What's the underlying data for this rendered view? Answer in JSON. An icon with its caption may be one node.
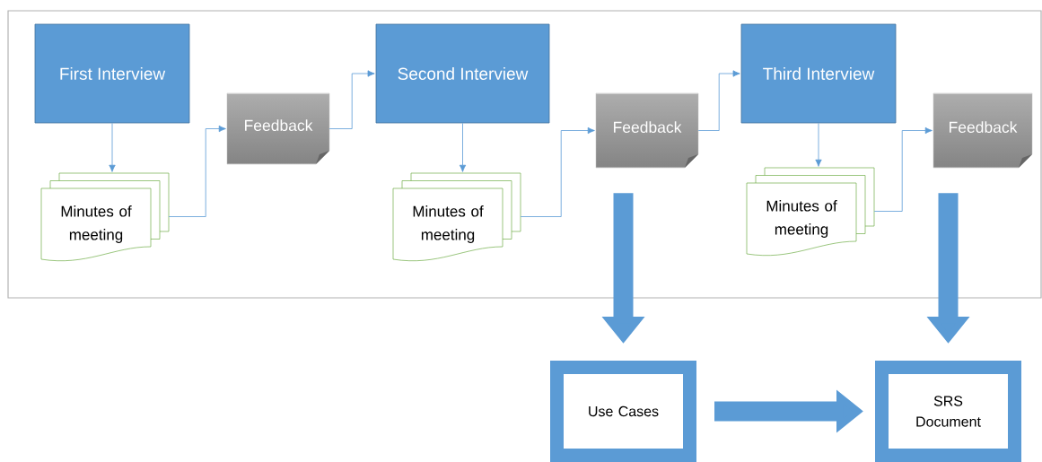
{
  "diagram": {
    "nodes": [
      {
        "text": [
          "First Interview"
        ]
      },
      {
        "text": [
          "Minutes of meeting"
        ]
      },
      {
        "text": [
          "Feedback"
        ]
      },
      {
        "text": [
          "Second Interview"
        ]
      },
      {
        "text": [
          "Minutes of meeting"
        ]
      },
      {
        "text": [
          "Feedback"
        ]
      },
      {
        "text": [
          "Third Interview"
        ]
      },
      {
        "text": [
          "Minutes of meeting"
        ]
      },
      {
        "text": [
          "Feedback"
        ]
      },
      {
        "text": [
          "Use Cases"
        ]
      },
      {
        "text": [
          "SRS Document"
        ]
      }
    ],
    "edges": [
      {
        "from": 0,
        "to": 1,
        "arrow": "to"
      },
      {
        "from": 1,
        "to": 2,
        "arrow": "to"
      },
      {
        "from": 2,
        "to": 3,
        "arrow": "to"
      },
      {
        "from": 3,
        "to": 4,
        "arrow": "to"
      },
      {
        "from": 4,
        "to": 5,
        "arrow": "to"
      },
      {
        "from": 5,
        "to": 6,
        "arrow": "to"
      },
      {
        "from": 6,
        "to": 7,
        "arrow": "to"
      },
      {
        "from": 7,
        "to": 8,
        "arrow": "to"
      },
      {
        "from": 5,
        "to": 9,
        "arrow": "to",
        "style": "thick"
      },
      {
        "from": 8,
        "to": 10,
        "arrow": "to",
        "style": "thick"
      },
      {
        "from": 9,
        "to": 10,
        "arrow": "to",
        "style": "thick"
      }
    ]
  }
}
